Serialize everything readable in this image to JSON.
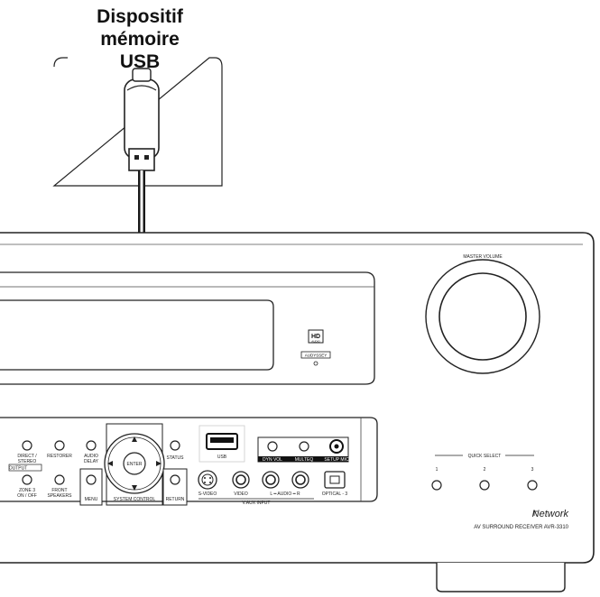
{
  "caption": {
    "line1": "Dispositif",
    "line2": "mémoire",
    "line3": "USB"
  },
  "receiver": {
    "master_volume_label": "MASTER VOLUME",
    "hd_logo_line1": "HD",
    "hd_logo_line2": "AUDIO",
    "audyssey_label": "AUDYSSEY",
    "direct_stereo_label_1": "DIRECT /",
    "direct_stereo_label_2": "STEREO",
    "restorer_label": "RESTORER",
    "audio_delay_label_1": "AUDIO",
    "audio_delay_label_2": "DELAY",
    "output_label": "OUTPUT",
    "zone3_label_1": "ZONE 3",
    "zone3_label_2": "ON / OFF",
    "front_speakers_label_1": "FRONT",
    "front_speakers_label_2": "SPEAKERS",
    "menu_label": "MENU",
    "enter_label": "ENTER",
    "system_control_label": "SYSTEM CONTROL",
    "status_label": "STATUS",
    "return_label": "RETURN",
    "usb_label": "USB",
    "dyn_vol_label": "DYN VOL",
    "multeq_label": "MULTEQ",
    "setup_mic_label": "SETUP MIC",
    "s_video_label": "S-VIDEO",
    "video_label": "VIDEO",
    "audio_lr_label": "L ━ AUDIO ━ R",
    "optical_label": "OPTICAL - 3",
    "v_aux_input_label": "V.AUX INPUT",
    "quick_select_label": "QUICK SELECT",
    "quick_select_1": "1",
    "quick_select_2": "2",
    "quick_select_3": "3",
    "network_logo": "Network",
    "model_label": "AV SURROUND RECEIVER  AVR-3310"
  }
}
